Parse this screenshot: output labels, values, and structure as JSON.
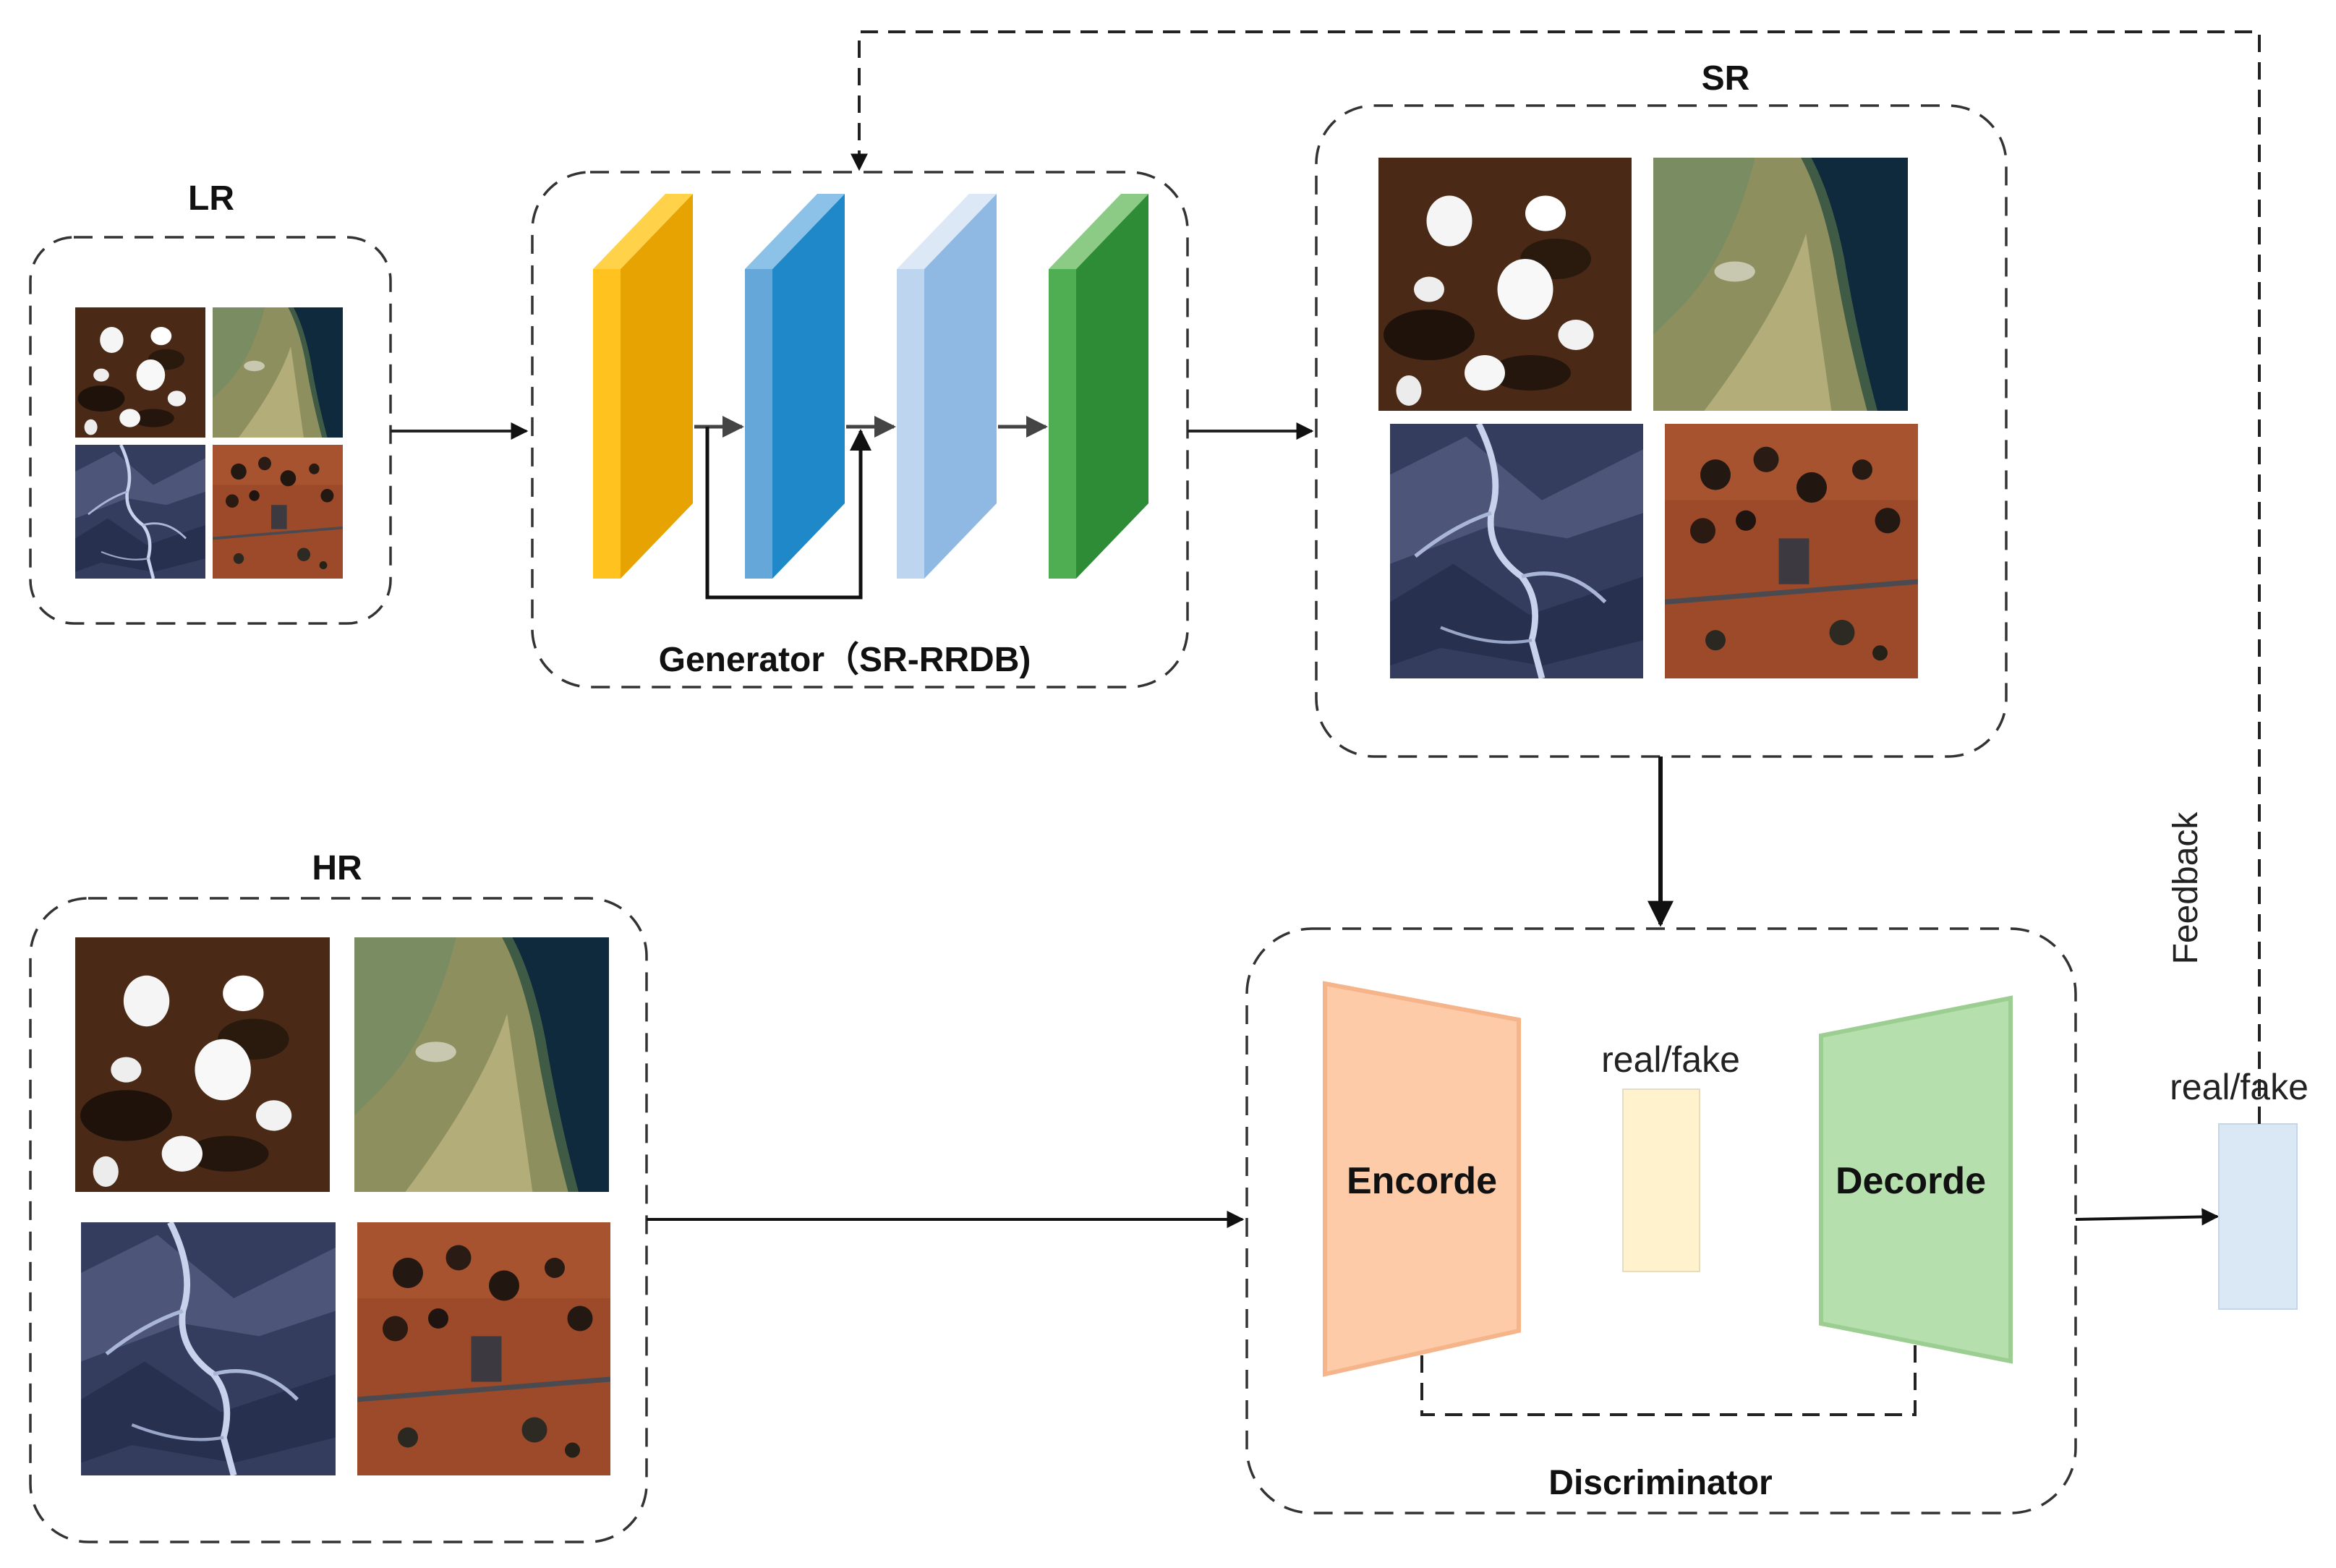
{
  "labels": {
    "lr": "LR",
    "sr": "SR",
    "hr": "HR",
    "generator": "Generator（SR-RRDB)",
    "discriminator": "Discriminator",
    "encoder": "Encorde",
    "decoder": "Decorde",
    "latent": "real/fake",
    "output": "real/fake",
    "feedback": "Feedback"
  },
  "tiles": [
    "cloud-scene",
    "coast-scene",
    "mountain-scene",
    "farmland-scene"
  ],
  "colors": {
    "layer_yellow": "#E6A302",
    "layer_blue": "#1E88C9",
    "layer_lightblue": "#8FB8E2",
    "layer_green": "#2E8B36",
    "encoder": "#FDCBA8",
    "decoder": "#B6DFAE",
    "latent": "#FFF2CC",
    "output": "#DAE8F5"
  }
}
